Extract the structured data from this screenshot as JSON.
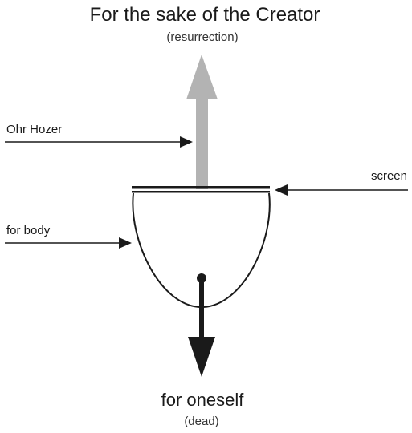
{
  "top": {
    "title": "For the sake of the Creator",
    "subtitle": "(resurrection)"
  },
  "bottom": {
    "title": "for oneself",
    "subtitle": "(dead)"
  },
  "labels": {
    "ohr_hozer": "Ohr Hozer",
    "screen": "screen",
    "for_body": "for body"
  },
  "colors": {
    "up_arrow": "#b3b3b3",
    "down_arrow": "#1a1a1a",
    "lines": "#1a1a1a"
  }
}
